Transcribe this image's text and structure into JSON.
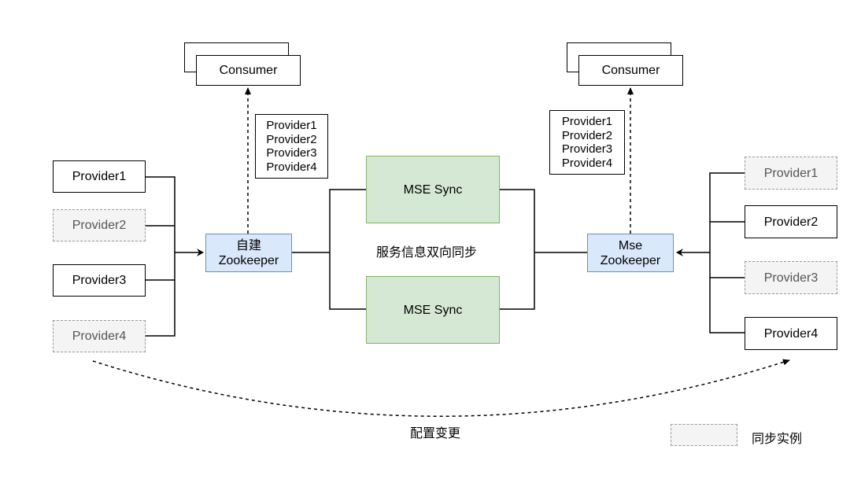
{
  "left": {
    "consumer": "Consumer",
    "zookeeper_line1": "自建",
    "zookeeper_line2": "Zookeeper",
    "registry_list": [
      "Provider1",
      "Provider2",
      "Provider3",
      "Provider4"
    ],
    "providers": [
      {
        "label": "Provider1",
        "synced": false
      },
      {
        "label": "Provider2",
        "synced": true
      },
      {
        "label": "Provider3",
        "synced": false
      },
      {
        "label": "Provider4",
        "synced": true
      }
    ]
  },
  "right": {
    "consumer": "Consumer",
    "zookeeper_line1": "Mse",
    "zookeeper_line2": "Zookeeper",
    "registry_list": [
      "Provider1",
      "Provider2",
      "Provider3",
      "Provider4"
    ],
    "providers": [
      {
        "label": "Provider1",
        "synced": true
      },
      {
        "label": "Provider2",
        "synced": false
      },
      {
        "label": "Provider3",
        "synced": true
      },
      {
        "label": "Provider4",
        "synced": false
      }
    ]
  },
  "sync": {
    "top_label": "MSE Sync",
    "bottom_label": "MSE Sync",
    "center_caption": "服务信息双向同步"
  },
  "config_change_label": "配置变更",
  "legend": {
    "label": "同步实例"
  },
  "colors": {
    "zookeeper_fill": "#dae8fc",
    "zookeeper_stroke": "#6c8ebf",
    "sync_fill": "#d5e8d4",
    "sync_stroke": "#82b366",
    "synced_fill": "#f4f4f4",
    "synced_stroke": "#9a9a9a"
  }
}
